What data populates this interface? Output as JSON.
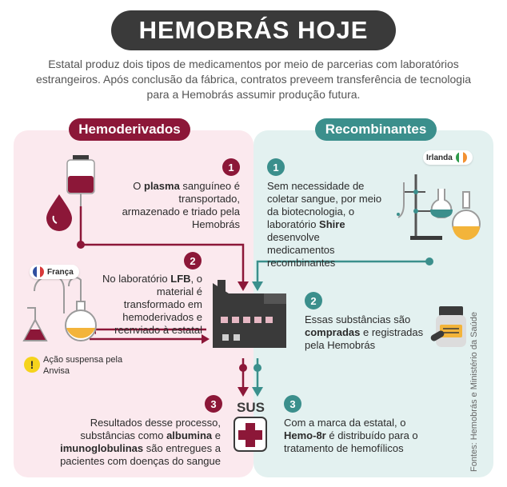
{
  "title": "HEMOBRÁS HOJE",
  "intro": "Estatal produz dois tipos de medicamentos por meio de parcerias com laboratórios estrangeiros. Após conclusão da fábrica, contratos preveem transferência de tecnologia para a Hemobrás assumir produção futura.",
  "left": {
    "heading": "Hemoderivados",
    "steps": [
      {
        "num": "1",
        "pre": "O ",
        "bold": "plasma",
        "post": " sanguíneo é transportado, armazenado e triado pela Hemobrás"
      },
      {
        "num": "2",
        "pre": "No laboratório ",
        "bold": "LFB",
        "post": ", o material é transformado em hemoderivados e reenviado à estatal"
      },
      {
        "num": "3",
        "pre": "Resultados desse processo, substâncias como ",
        "bold": "albumina",
        "mid": " e ",
        "bold2": "imunoglobulinas",
        "post": " são entregues a pacientes com doenças do sangue"
      }
    ],
    "flag_label": "França",
    "warning": "Ação suspensa pela Anvisa"
  },
  "right": {
    "heading": "Recombinantes",
    "steps": [
      {
        "num": "1",
        "pre": "Sem necessidade de coletar sangue, por meio da biotecnologia, o laboratório ",
        "bold": "Shire",
        "post": " desenvolve medicamentos recombinantes"
      },
      {
        "num": "2",
        "pre": "Essas substâncias são ",
        "bold": "compradas",
        "post": " e registradas pela Hemobrás"
      },
      {
        "num": "3",
        "pre": "Com a marca da estatal, o ",
        "bold": "Hemo-8r",
        "post": " é distribuído para o tratamento de hemofílicos"
      }
    ],
    "flag_label": "Irlanda"
  },
  "sus_label": "SUS",
  "sources": "Fontes: Hemobrás e Ministério da Saúde",
  "colors": {
    "red": "#8c1738",
    "teal": "#3b8f8c",
    "pink_bg": "#fbe9ee",
    "teal_bg": "#e3f1f0"
  }
}
